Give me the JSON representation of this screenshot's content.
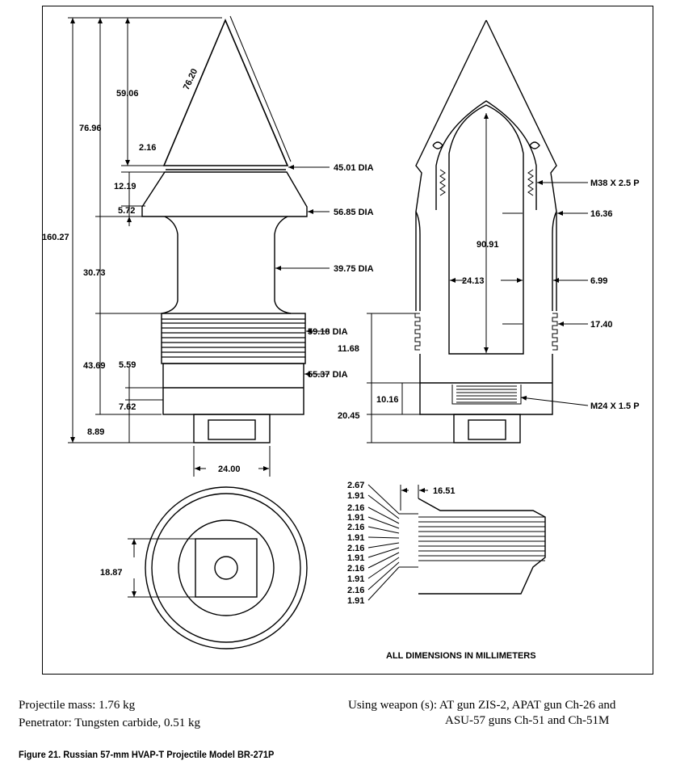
{
  "drawing": {
    "side_view_labels": {
      "overall_length": "160.27",
      "nose_length": "76.96",
      "cone_slant": "76.20",
      "tip_to_band": "59.06",
      "band_height": "2.16",
      "band_to_shoulder": "12.19",
      "shoulder_height": "5.72",
      "band_dia": "45.01 DIA",
      "shoulder_dia": "56.85 DIA",
      "body_length": "30.73",
      "body_dia": "39.75 DIA",
      "base_length": "43.69",
      "rotating_band_dia": "59.18 DIA",
      "groove_height": "5.59",
      "lower_body_dia": "55.37 DIA",
      "lower_body_height": "7.62",
      "tail_height": "8.89",
      "tail_width": "24.00"
    },
    "section_view_labels": {
      "nose_thread": "M38 X 2.5 P",
      "wall_offset": "16.36",
      "cavity_length": "90.91",
      "cavity_width": "24.13",
      "wall_thickness": "6.99",
      "band_offset": "17.40",
      "band_region_height": "11.68",
      "base_thread_height": "10.16",
      "base_height": "20.45",
      "base_thread": "M24 X 1.5 P"
    },
    "base_view_labels": {
      "hex_across": "18.87"
    },
    "detail_view_labels": {
      "groove_widths": [
        "2.67",
        "1.91",
        "2.16",
        "1.91",
        "2.16",
        "1.91",
        "2.16",
        "1.91",
        "2.16",
        "1.91",
        "2.16",
        "1.91"
      ],
      "band_depth": "16.51"
    },
    "note": "ALL DIMENSIONS IN MILLIMETERS"
  },
  "caption": {
    "mass": "Projectile mass:  1.76 kg",
    "penetrator": "Penetrator:  Tungsten carbide, 0.51 kg",
    "weapons_line1": "Using  weapon (s):  AT gun ZIS-2, APAT gun Ch-26 and",
    "weapons_line2": "ASU-57 guns Ch-51 and Ch-51M",
    "figure_title": "Figure 21.  Russian 57-mm HVAP-T Projectile Model BR-271P"
  }
}
